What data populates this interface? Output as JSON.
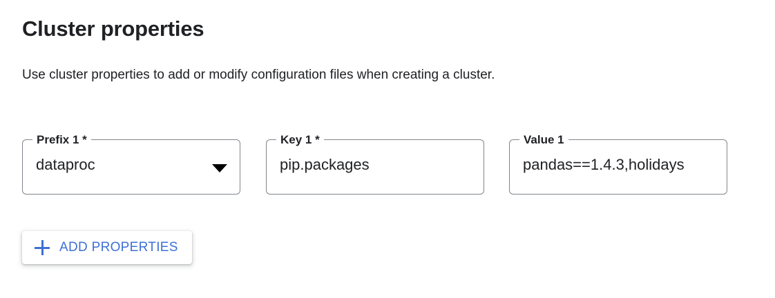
{
  "header": {
    "title": "Cluster properties",
    "subtitle": "Use cluster properties to add or modify configuration files when creating a cluster."
  },
  "fields": [
    {
      "name": "prefix",
      "label": "Prefix 1 *",
      "value": "dataproc",
      "type": "select",
      "icon": "chevron-down-icon",
      "required": true
    },
    {
      "name": "key",
      "label": "Key 1 *",
      "value": "pip.packages",
      "type": "text",
      "required": true
    },
    {
      "name": "value",
      "label": "Value 1",
      "value": "pandas==1.4.3,holidays",
      "type": "text",
      "required": false
    }
  ],
  "actions": {
    "add_properties_label": "ADD PROPERTIES",
    "add_properties_icon": "plus-icon"
  },
  "colors": {
    "accent_blue": "#3d6fd4",
    "text_primary": "#202124",
    "field_border": "#80868b",
    "background": "#ffffff"
  }
}
